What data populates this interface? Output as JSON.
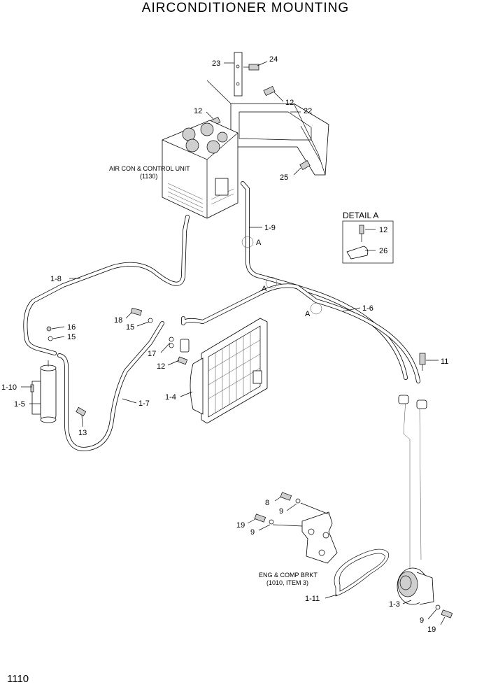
{
  "title": "AIRCONDITIONER  MOUNTING",
  "page_number": "1110",
  "detail": {
    "title": "DETAIL A",
    "items": [
      "12",
      "26"
    ]
  },
  "notes": {
    "ac_unit_line1": "AIR CON & CONTROL UNIT",
    "ac_unit_line2": "(1130)",
    "bracket_line1": "ENG & COMP BRKT",
    "bracket_line2": "(1010, ITEM 3)"
  },
  "callouts": {
    "c23": "23",
    "c24": "24",
    "c12a": "12",
    "c12b": "12",
    "c22": "22",
    "c25": "25",
    "c1_9": "1-9",
    "cA1": "A",
    "cA2": "A",
    "cA3": "A",
    "c1_8": "1-8",
    "c1_6": "1-6",
    "c16": "16",
    "c15a": "15",
    "c18": "18",
    "c15b": "15",
    "c17": "17",
    "c12c": "12",
    "c11": "11",
    "c1_10": "1-10",
    "c1_5": "1-5",
    "c1_4": "1-4",
    "c1_7": "1-7",
    "c13": "13",
    "c8": "8",
    "c9a": "9",
    "c19a": "19",
    "c9b": "9",
    "c1_11": "1-11",
    "c1_3": "1-3",
    "c9c": "9",
    "c19b": "19"
  }
}
